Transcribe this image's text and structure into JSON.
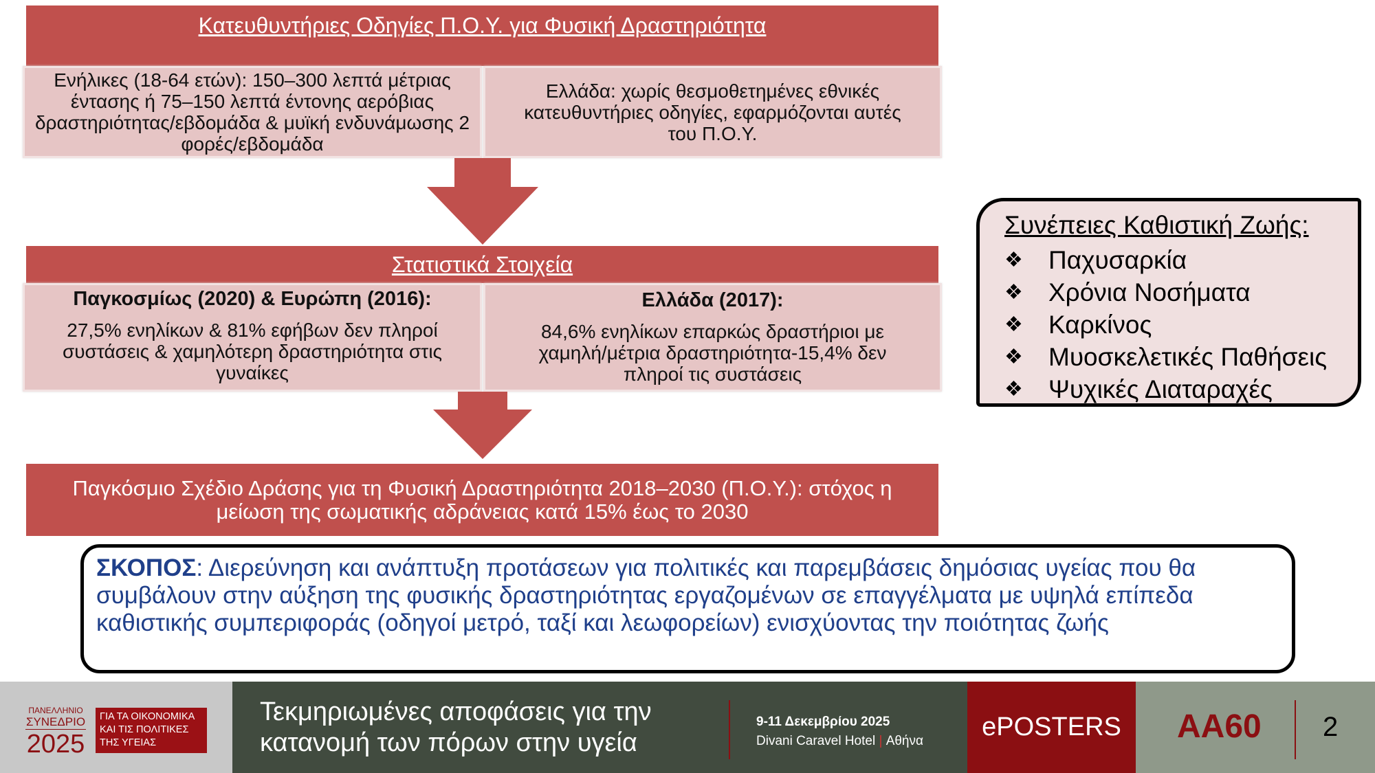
{
  "guidelines": {
    "title": "Κατευθυντήριες Οδηγίες Π.Ο.Υ. για Φυσική Δραστηριότητα",
    "adults": "Ενήλικες (18-64 ετών): 150–300 λεπτά μέτριας έντασης ή 75–150 λεπτά έντονης αερόβιας δραστηριότητας/εβδομάδα & μυϊκή ενδυνάμωσης 2 φορές/εβδομάδα",
    "greece": "Ελλάδα: χωρίς θεσμοθετημένες εθνικές κατευθυντήριες οδηγίες, εφαρμόζονται αυτές του Π.Ο.Υ."
  },
  "stats": {
    "title": "Στατιστικά Στοιχεία",
    "global_heading": "Παγκοσμίως (2020) & Ευρώπη (2016):",
    "global_text": "27,5% ενηλίκων & 81% εφήβων δεν πληροί συστάσεις & χαμηλότερη δραστηριότητα στις γυναίκες",
    "greece_heading": "Ελλάδα (2017):",
    "greece_text": "84,6% ενηλίκων επαρκώς δραστήριοι με χαμηλή/μέτρια δραστηριότητα-15,4% δεν πληροί τις συστάσεις"
  },
  "plan": "Παγκόσμιο Σχέδιο Δράσης για τη Φυσική Δραστηριότητα 2018–2030 (Π.Ο.Υ.): στόχος η μείωση της σωματικής αδράνειας κατά 15% έως το 2030",
  "consequences": {
    "title": "Συνέπειες Καθιστική Ζωής:",
    "bullet": "❖",
    "items": [
      "Παχυσαρκία",
      "Χρόνια Νοσήματα",
      "Καρκίνος",
      "Μυοσκελετικές Παθήσεις",
      "Ψυχικές Διαταραχές"
    ]
  },
  "aim": {
    "label": "ΣΚΟΠΟΣ",
    "text": ": Διερεύνηση και ανάπτυξη προτάσεων για πολιτικές και παρεμβάσεις δημόσιας υγείας που θα συμβάλουν στην αύξηση της φυσικής δραστηριότητας εργαζομένων σε επαγγέλματα με υψηλά επίπεδα καθιστικής συμπεριφοράς (οδηγοί μετρό, ταξί και λεωφορείων) ενισχύοντας την ποιότητας ζωής"
  },
  "footer": {
    "logo_top": "ΠΑΝΕΛΛΗΝΙΟ",
    "logo_mid": "ΣΥΝΕΔΡΙΟ",
    "logo_year": "2025",
    "logo_box": [
      "ΓΙΑ ΤΑ ΟΙΚΟΝΟΜΙΚΑ",
      "ΚΑΙ ΤΙΣ ΠΟΛΙΤΙΚΕΣ",
      "ΤΗΣ ΥΓΕΙΑΣ"
    ],
    "theme_line1": "Τεκμηριωμένες αποφάσεις για την",
    "theme_line2": "κατανομή των πόρων στην υγεία",
    "dates": "9-11 Δεκεμβρίου 2025",
    "venue": "Divani Caravel Hotel",
    "city": "Αθήνα",
    "eposters": "ePOSTERS",
    "code": "AA60",
    "page": "2"
  },
  "colors": {
    "banner": "#c0504d",
    "box": "#e6c5c5",
    "aim": "#1f3f8a",
    "footer_dark": "#414b3f",
    "footer_red": "#8b0f12"
  }
}
